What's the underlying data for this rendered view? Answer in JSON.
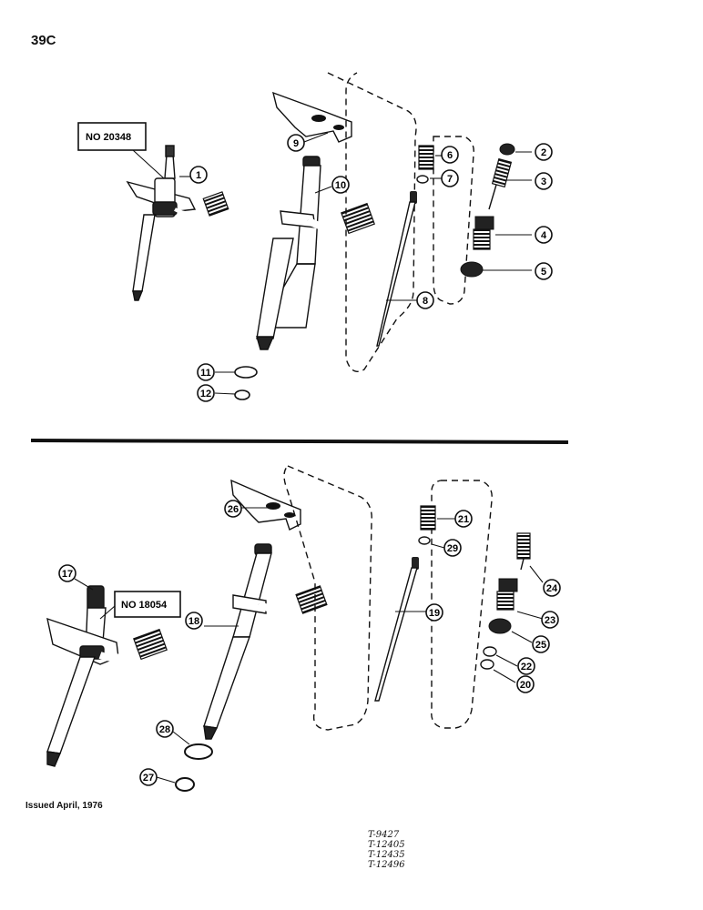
{
  "page": {
    "number": "39C",
    "issued": "Issued April, 1976",
    "reference_codes": [
      "T-9427",
      "T-12405",
      "T-12435",
      "T-12496"
    ]
  },
  "top_assembly": {
    "tag": "NO 20348",
    "callouts": [
      "1",
      "2",
      "3",
      "4",
      "5",
      "6",
      "7",
      "8",
      "9",
      "10",
      "11",
      "12"
    ]
  },
  "bottom_assembly": {
    "tag": "NO 18054",
    "callouts": [
      "17",
      "18",
      "19",
      "20",
      "21",
      "22",
      "23",
      "24",
      "25",
      "26",
      "27",
      "28",
      "29"
    ]
  }
}
